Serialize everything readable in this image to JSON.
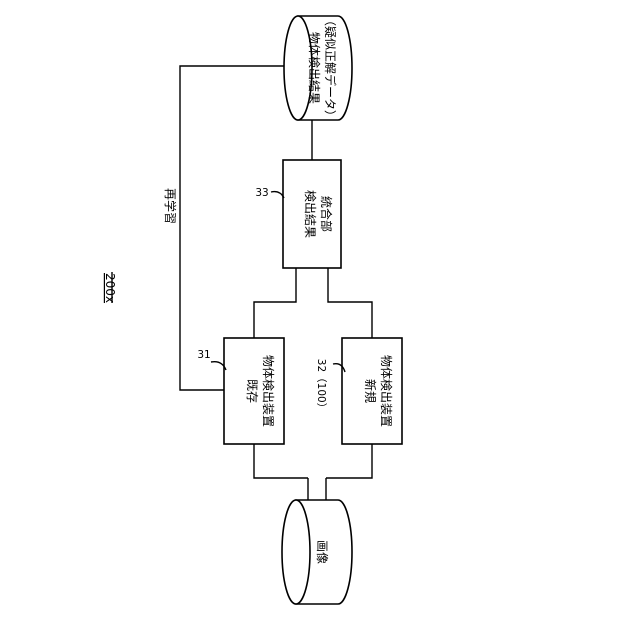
{
  "figure": {
    "number": "200x",
    "retraining_label": "再学習",
    "image_db": {
      "label": "画像"
    },
    "existing_detector": {
      "ref": "31",
      "line1": "既存",
      "line2": "物体検出装置"
    },
    "new_detector": {
      "ref": "32（100）",
      "line1": "新規",
      "line2": "物体検出装置"
    },
    "integration_unit": {
      "ref": "33",
      "line1": "検出結果",
      "line2": "統合部"
    },
    "result_db": {
      "line1": "物体検出結果",
      "line2": "（疑似正解データ）"
    }
  }
}
